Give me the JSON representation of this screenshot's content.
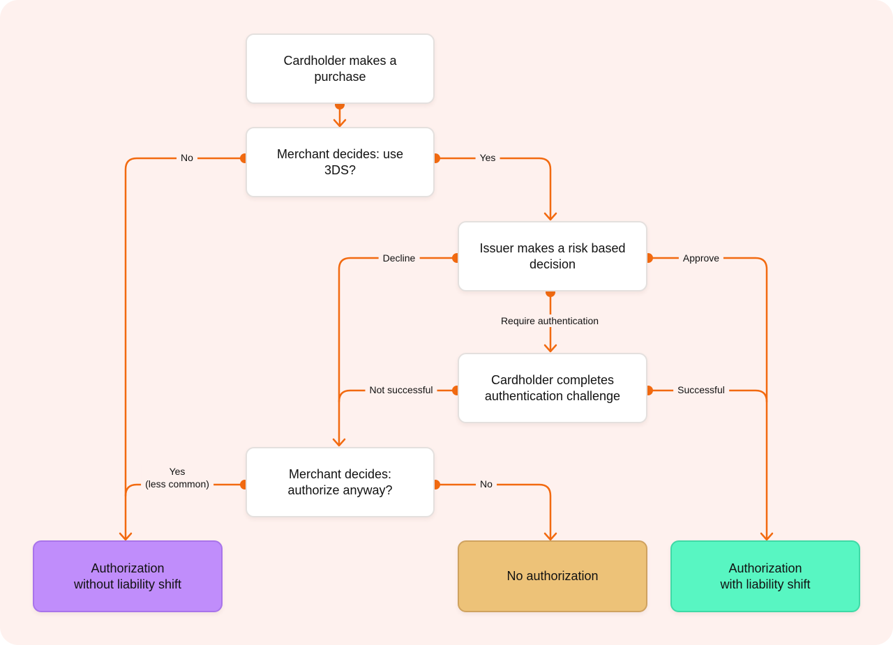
{
  "colors": {
    "background": "#fef1ee",
    "connector": "#f26a10",
    "node_fill": "#ffffff",
    "node_border": "#e4e0de",
    "outcome_no_liability_shift": "#c08dfb",
    "outcome_no_authorization": "#edc278",
    "outcome_liability_shift": "#58f6c2"
  },
  "nodes": {
    "purchase": "Cardholder makes a\npurchase",
    "use_3ds": "Merchant decides: use\n3DS?",
    "risk_decision": "Issuer makes a risk based\ndecision",
    "auth_challenge": "Cardholder completes\nauthentication challenge",
    "authorize_anyway": "Merchant decides:\nauthorize anyway?",
    "auth_no_shift": "Authorization\nwithout liability shift",
    "no_auth": "No authorization",
    "auth_with_shift": "Authorization\nwith liability shift"
  },
  "edges": {
    "no_3ds": "No",
    "yes_3ds": "Yes",
    "decline": "Decline",
    "approve": "Approve",
    "require_auth": "Require authentication",
    "not_successful": "Not successful",
    "successful": "Successful",
    "yes_less_common": "Yes\n(less common)",
    "no_authorize": "No"
  }
}
